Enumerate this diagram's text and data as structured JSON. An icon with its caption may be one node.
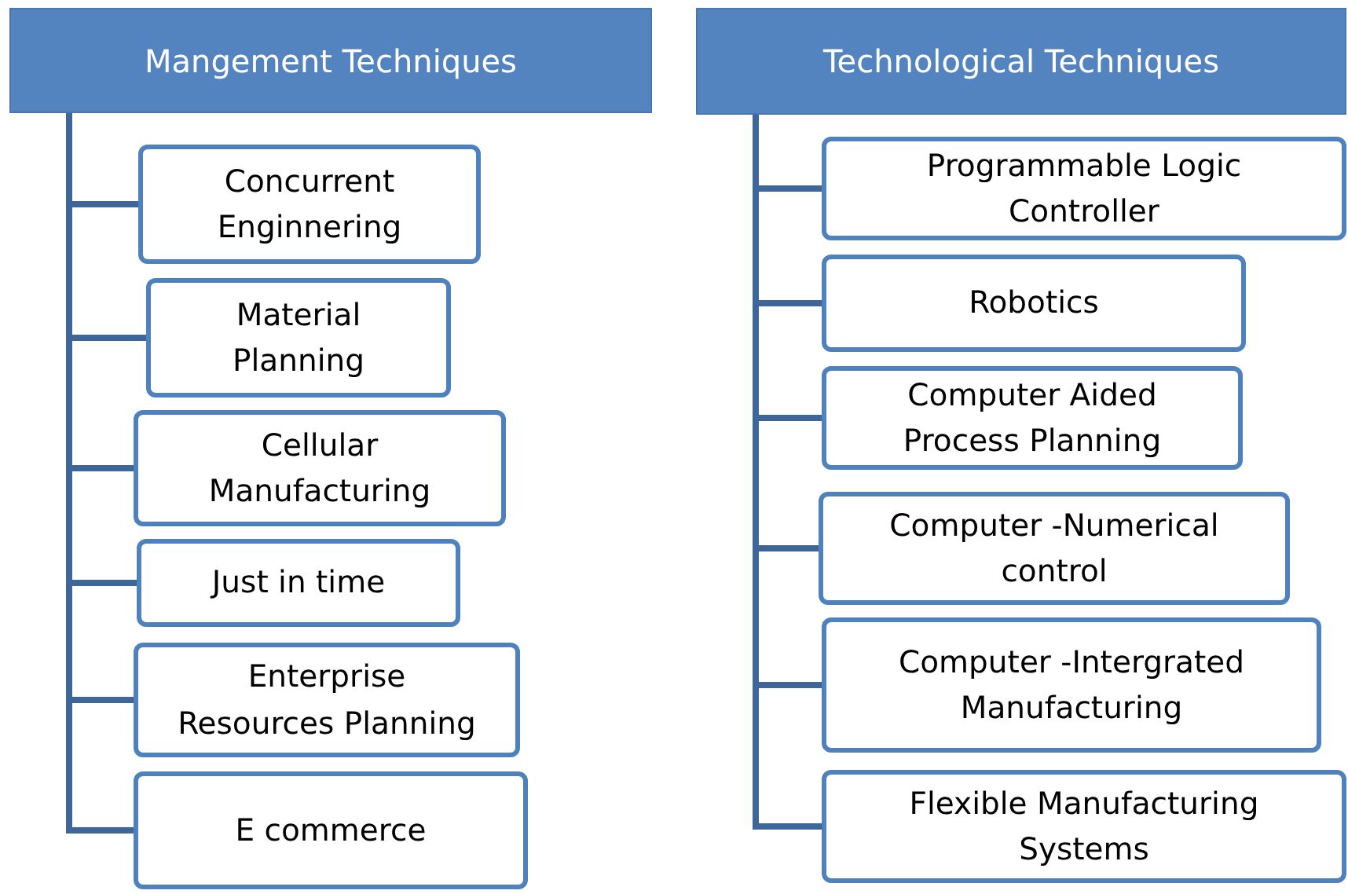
{
  "diagram": {
    "nodes": [
      {
        "text": [
          "Mangement Techniques"
        ]
      },
      {
        "text": [
          "Concurrent Enginnering"
        ]
      },
      {
        "text": [
          "Material Planning"
        ]
      },
      {
        "text": [
          "Cellular Manufacturing"
        ]
      },
      {
        "text": [
          "Just in time"
        ]
      },
      {
        "text": [
          "Enterprise Resources Planning"
        ]
      },
      {
        "text": [
          "E commerce"
        ]
      },
      {
        "text": [
          "Technological Techniques"
        ]
      },
      {
        "text": [
          "Programmable Logic Controller"
        ]
      },
      {
        "text": [
          "Robotics"
        ]
      },
      {
        "text": [
          "Computer Aided Process Planning"
        ]
      },
      {
        "text": [
          "Computer -Numerical control"
        ]
      },
      {
        "text": [
          "Computer -Intergrated Manufacturing"
        ]
      },
      {
        "text": [
          "Flexible Manufacturing Systems"
        ]
      }
    ],
    "edges": [
      {
        "from": 0,
        "to": 1,
        "arrow": "none"
      },
      {
        "from": 0,
        "to": 2,
        "arrow": "none"
      },
      {
        "from": 0,
        "to": 3,
        "arrow": "none"
      },
      {
        "from": 0,
        "to": 4,
        "arrow": "none"
      },
      {
        "from": 0,
        "to": 5,
        "arrow": "none"
      },
      {
        "from": 0,
        "to": 6,
        "arrow": "none"
      },
      {
        "from": 7,
        "to": 8,
        "arrow": "none"
      },
      {
        "from": 7,
        "to": 9,
        "arrow": "none"
      },
      {
        "from": 7,
        "to": 10,
        "arrow": "none"
      },
      {
        "from": 7,
        "to": 11,
        "arrow": "none"
      },
      {
        "from": 7,
        "to": 12,
        "arrow": "none"
      },
      {
        "from": 7,
        "to": 13,
        "arrow": "none"
      }
    ]
  }
}
